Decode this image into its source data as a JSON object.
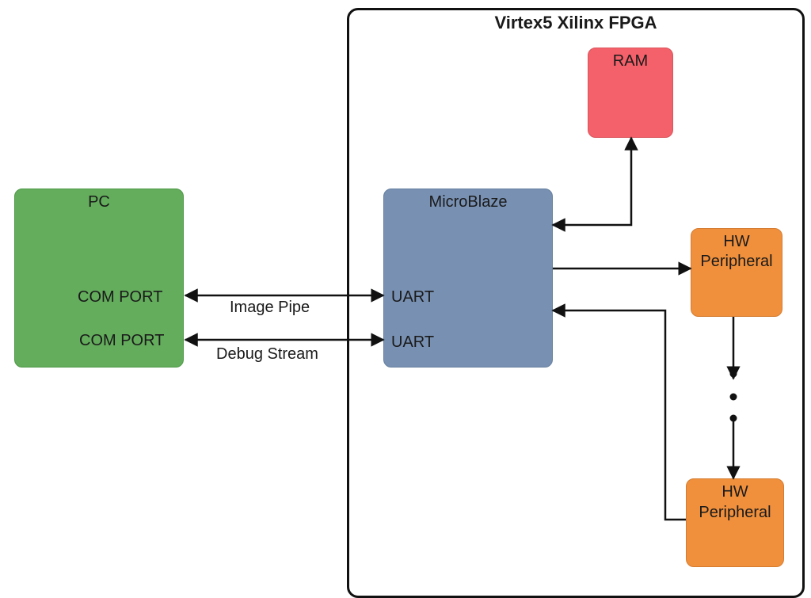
{
  "fpga": {
    "title": "Virtex5 Xilinx FPGA"
  },
  "pc": {
    "title": "PC",
    "port1": "COM PORT",
    "port2": "COM PORT"
  },
  "ram": {
    "label": "RAM"
  },
  "microblaze": {
    "title": "MicroBlaze",
    "uart1": "UART",
    "uart2": "UART"
  },
  "hw1": {
    "line1": "HW",
    "line2": "Peripheral"
  },
  "hw2": {
    "line1": "HW",
    "line2": "Peripheral"
  },
  "links": {
    "image_pipe": "Image Pipe",
    "debug_stream": "Debug Stream"
  },
  "colors": {
    "pc": "#63ad5c",
    "ram": "#f4616a",
    "microblaze": "#7891b3",
    "hw": "#f0903c",
    "border": "#111111"
  }
}
